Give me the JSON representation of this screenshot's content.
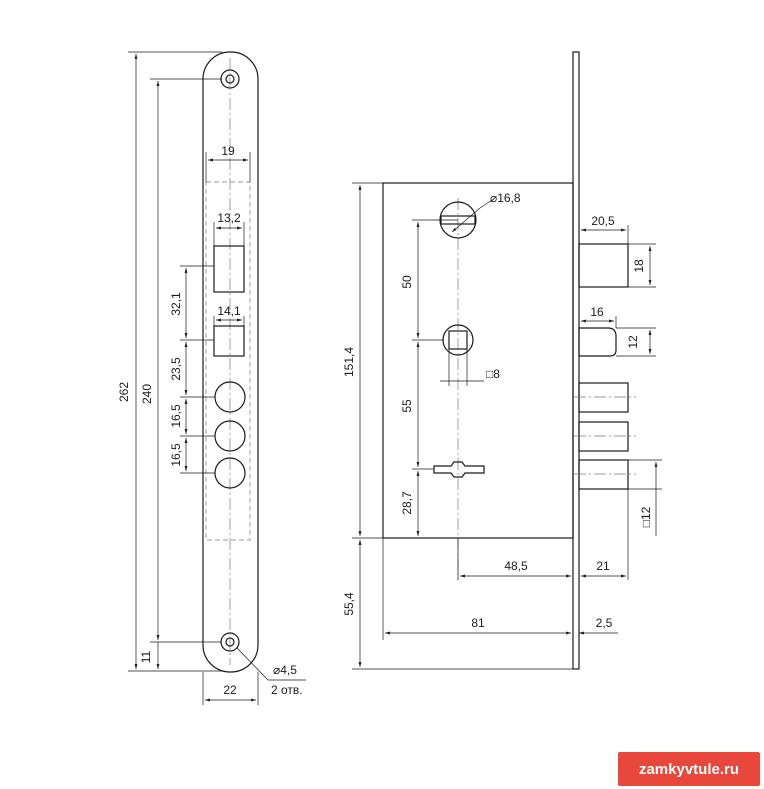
{
  "dims": {
    "front": {
      "overall_height": "262",
      "hole_spacing": "240",
      "bottom_offset": "11",
      "faceplate_width": "22",
      "housing_width": "19",
      "latch_width": "13,2",
      "latch_to_deadbolt": "32,1",
      "deadbolt_width": "14,1",
      "deadbolt_to_bolt": "23,5",
      "bolt_pitch_1": "16,5",
      "bolt_pitch_2": "16,5",
      "hole_diameter": "⌀4,5",
      "hole_count": "2 отв."
    },
    "side": {
      "body_height": "151,4",
      "cylinder_diameter": "⌀16,8",
      "cylinder_to_spindle": "50",
      "spindle_to_key": "55",
      "key_to_bottom": "28,7",
      "backset": "48,5",
      "body_depth": "81",
      "bottom_to_plate": "55,4",
      "spindle_square": "□8",
      "latch_projection": "20,5",
      "latch_height": "18",
      "deadbolt_projection": "16",
      "deadbolt_height": "12",
      "bolt_projection": "21",
      "bolt_square": "□12",
      "plate_thickness": "2,5"
    }
  },
  "watermark": {
    "text": "zamkyvtule.ru",
    "color": "#e8473c"
  }
}
